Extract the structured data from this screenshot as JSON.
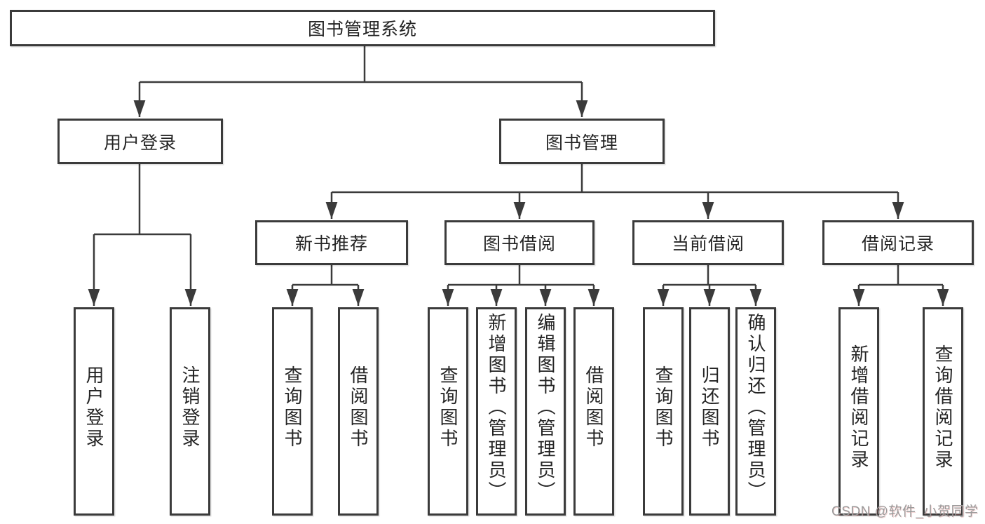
{
  "title": "图书管理系统",
  "colors": {
    "line": "#3b3b3b",
    "box_border": "#3b3b3b",
    "box_fill": "#ffffff",
    "text": "#242424",
    "watermark": "#9b9b9b",
    "background": "#ffffff"
  },
  "watermark": {
    "text": "CSDN @软件_小贺同学"
  },
  "tree": {
    "root": {
      "label": "图书管理系统",
      "children": [
        {
          "label": "用户登录",
          "children": [
            {
              "label": "用户登录"
            },
            {
              "label": "注销登录"
            }
          ]
        },
        {
          "label": "图书管理",
          "children": [
            {
              "label": "新书推荐",
              "children": [
                {
                  "label": "查询图书"
                },
                {
                  "label": "借阅图书"
                }
              ]
            },
            {
              "label": "图书借阅",
              "children": [
                {
                  "label": "查询图书"
                },
                {
                  "label": "新增图书（管理员）"
                },
                {
                  "label": "编辑图书（管理员）"
                },
                {
                  "label": "借阅图书"
                }
              ]
            },
            {
              "label": "当前借阅",
              "children": [
                {
                  "label": "查询图书"
                },
                {
                  "label": "归还图书"
                },
                {
                  "label": "确认归还（管理员）"
                }
              ]
            },
            {
              "label": "借阅记录",
              "children": [
                {
                  "label": "新增借阅记录"
                },
                {
                  "label": "查询借阅记录"
                }
              ]
            }
          ]
        }
      ]
    }
  }
}
